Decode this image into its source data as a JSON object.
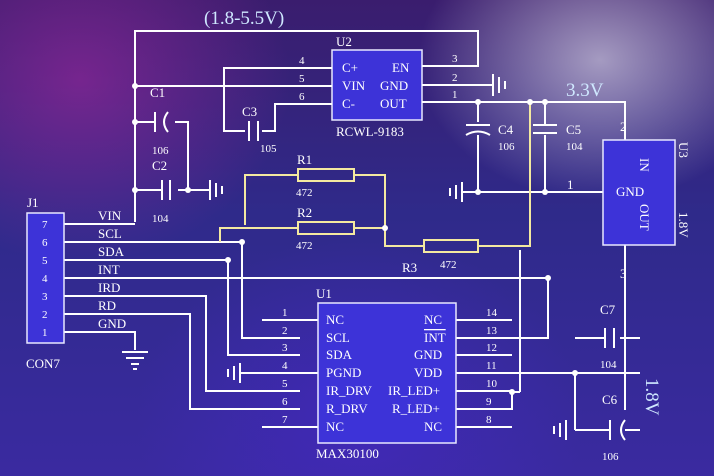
{
  "voltage_range_label": "(1.8-5.5V)",
  "rail_33_label": "3.3V",
  "rail_18_label": "1.8V",
  "u2": {
    "ref": "U2",
    "part": "RCWL-9183",
    "left_pins": [
      {
        "num": "4",
        "name": "C+"
      },
      {
        "num": "5",
        "name": "VIN"
      },
      {
        "num": "6",
        "name": "C-"
      }
    ],
    "right_pins": [
      {
        "num": "3",
        "name": "EN"
      },
      {
        "num": "2",
        "name": "GND"
      },
      {
        "num": "1",
        "name": "OUT"
      }
    ]
  },
  "u3": {
    "ref": "U3",
    "part": "1.8V",
    "pin_in": "IN",
    "pin_gnd": "GND",
    "pin_out": "OUT",
    "pin_nums": [
      "2",
      "1",
      "3"
    ]
  },
  "u1": {
    "ref": "U1",
    "part": "MAX30100",
    "left_pins": [
      {
        "num": "1",
        "name": "NC"
      },
      {
        "num": "2",
        "name": "SCL"
      },
      {
        "num": "3",
        "name": "SDA"
      },
      {
        "num": "4",
        "name": "PGND"
      },
      {
        "num": "5",
        "name": "IR_DRV"
      },
      {
        "num": "6",
        "name": "R_DRV"
      },
      {
        "num": "7",
        "name": "NC"
      }
    ],
    "right_pins": [
      {
        "num": "14",
        "name": "NC"
      },
      {
        "num": "13",
        "name": "INT"
      },
      {
        "num": "12",
        "name": "GND"
      },
      {
        "num": "11",
        "name": "VDD"
      },
      {
        "num": "10",
        "name": "IR_LED+"
      },
      {
        "num": "9",
        "name": "R_LED+"
      },
      {
        "num": "8",
        "name": "NC"
      }
    ]
  },
  "j1": {
    "ref": "J1",
    "part": "CON7",
    "pins": [
      {
        "num": "7",
        "signal": "VIN"
      },
      {
        "num": "6",
        "signal": "SCL"
      },
      {
        "num": "5",
        "signal": "SDA"
      },
      {
        "num": "4",
        "signal": "INT"
      },
      {
        "num": "3",
        "signal": "IRD"
      },
      {
        "num": "2",
        "signal": "RD"
      },
      {
        "num": "1",
        "signal": "GND"
      }
    ]
  },
  "capacitors": [
    {
      "ref": "C1",
      "value": "106"
    },
    {
      "ref": "C2",
      "value": "104"
    },
    {
      "ref": "C3",
      "value": "105"
    },
    {
      "ref": "C4",
      "value": "106"
    },
    {
      "ref": "C5",
      "value": "104"
    },
    {
      "ref": "C6",
      "value": "106"
    },
    {
      "ref": "C7",
      "value": "104"
    }
  ],
  "resistors": [
    {
      "ref": "R1",
      "value": "472"
    },
    {
      "ref": "R2",
      "value": "472"
    },
    {
      "ref": "R3",
      "value": "472"
    }
  ]
}
